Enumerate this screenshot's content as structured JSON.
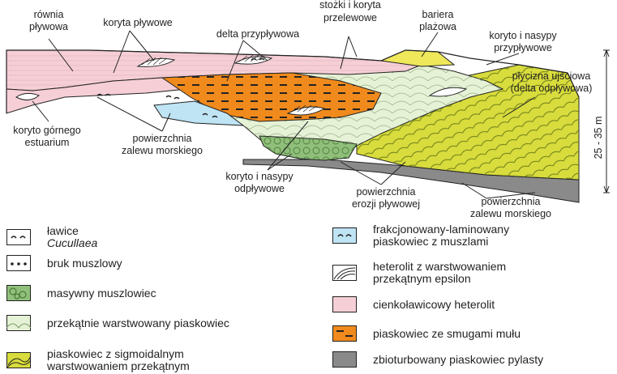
{
  "diagram": {
    "labels": {
      "rownia_line1": "równia",
      "rownia_line2": "pływowa",
      "koryta_plywowe": "koryta pływowe",
      "stozki_line1": "stożki i koryta",
      "stozki_line2": "przelewowe",
      "bariera_line1": "bariera",
      "bariera_line2": "plażowa",
      "delta_przyplywowa": "delta przypływowa",
      "koryto_nasypy_przyp_line1": "koryto i nasypy",
      "koryto_nasypy_przyp_line2": "przypływowe",
      "plycizna_line1": "płycizna ujściowa",
      "plycizna_line2": "(delta odpływowa)",
      "koryto_gornego_line1": "koryto górnego",
      "koryto_gornego_line2": "estuarium",
      "powierzchnia_zalewu1_line1": "powierzchnia",
      "powierzchnia_zalewu1_line2": "zalewu morskiego",
      "koryto_odpl_line1": "koryto i nasypy",
      "koryto_odpl_line2": "odpływowe",
      "erozji_line1": "powierzchnia",
      "erozji_line2": "erozji pływowej",
      "powierzchnia_zalewu2_line1": "powierzchnia",
      "powierzchnia_zalewu2_line2": "zalewu morskiego",
      "scale": "25 - 35 m"
    }
  },
  "legend": {
    "left": [
      {
        "icon": "cucullaea-shell-icon",
        "parts": [
          "ławice ",
          "Cucullaea"
        ]
      },
      {
        "icon": "shell-pavement-icon",
        "line1": "bruk muszlowy"
      },
      {
        "icon": "massive-coquina-icon",
        "line1": "masywny muszlowiec"
      },
      {
        "icon": "cross-bedded-sandstone-icon",
        "line1": "przekątnie warstwowany piaskowiec"
      },
      {
        "icon": "sigmoidal-sandstone-icon",
        "line1": "piaskowiec z sigmoidalnym",
        "line2": "warstwowaniem przekątnym"
      }
    ],
    "right": [
      {
        "icon": "graded-shelly-sandstone-icon",
        "line1": "frakcjonowany-laminowany",
        "line2": "piaskowiec z muszlami"
      },
      {
        "icon": "epsilon-heterolith-icon",
        "line1": "heterolit z warstwowaniem",
        "line2": "przekątnym epsilon"
      },
      {
        "icon": "thin-bedded-heterolith-icon",
        "line1": "cienkoławicowy heterolit"
      },
      {
        "icon": "mud-streak-sandstone-icon",
        "line1": "piaskowiec ze smugami mułu"
      },
      {
        "icon": "bioturbated-sandstone-icon",
        "line1": "zbioturbowany piaskowiec pylasty"
      }
    ]
  },
  "colors": {
    "pink": "#f6cfd6",
    "orange": "#f08a1c",
    "pale_green": "#e6f2d6",
    "light_blue": "#bfe4f4",
    "yellow_green": "#d8dc3c",
    "coquina_green": "#8fbf7a",
    "grey": "#8a8a8a"
  }
}
